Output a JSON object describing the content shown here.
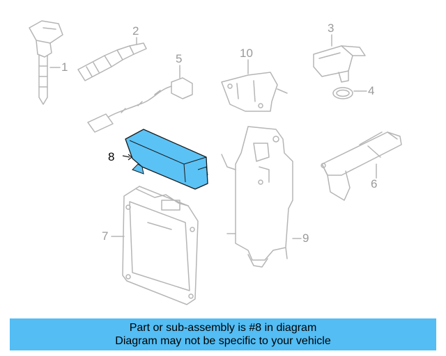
{
  "callouts": {
    "c1": "1",
    "c2": "2",
    "c3": "3",
    "c4": "4",
    "c5": "5",
    "c6": "6",
    "c7": "7",
    "c8": "8",
    "c9": "9",
    "c10": "10"
  },
  "highlight_color": "#5bc2f5",
  "banner": {
    "line1": "Part or sub-assembly is #8 in diagram",
    "line2": "Diagram may not be specific to your vehicle",
    "color": "#53bdf4"
  }
}
